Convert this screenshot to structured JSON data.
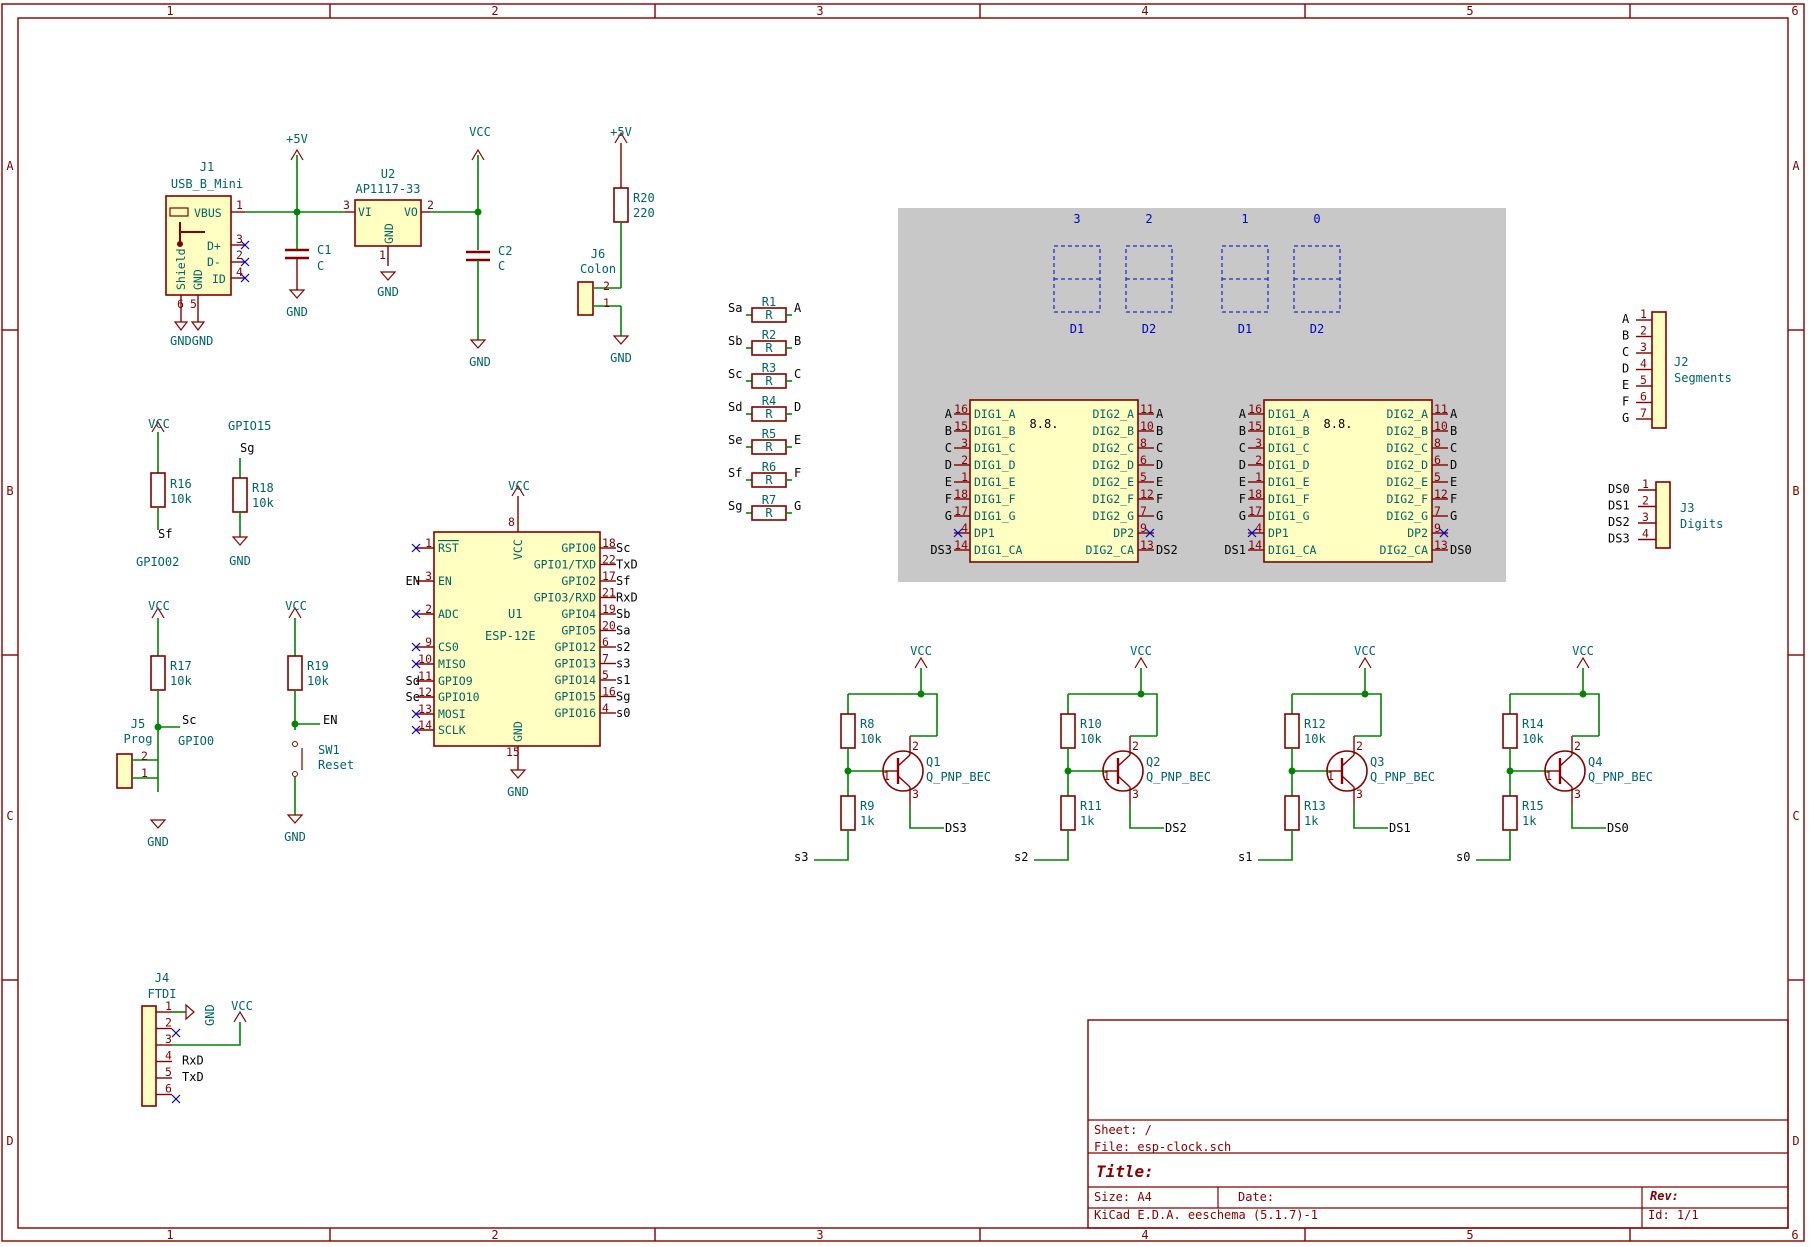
{
  "frame": {
    "columns": [
      "1",
      "2",
      "3",
      "4",
      "5",
      "6"
    ],
    "rows": [
      "A",
      "B",
      "C",
      "D"
    ]
  },
  "title_block": {
    "sheet": "Sheet: /",
    "file": "File: esp-clock.sch",
    "title_label": "Title:",
    "size": "Size: A4",
    "date": "Date:",
    "rev": "Rev:",
    "generator": "KiCad E.D.A.  eeschema (5.1.7)-1",
    "id": "Id: 1/1"
  },
  "power": {
    "j1_ref": "J1",
    "j1_val": "USB_B_Mini",
    "j1_pins": [
      "VBUS",
      "D+",
      "D-",
      "ID",
      "Shield",
      "GND"
    ],
    "j1_pin_nums": [
      "1",
      "3",
      "2",
      "4",
      "6",
      "5"
    ],
    "gndgnd": "GNDGND",
    "plus5v": "+5V",
    "u2_ref": "U2",
    "u2_val": "AP1117-33",
    "u2_vi": "VI",
    "u2_vo": "VO",
    "u2_gnd": "GND",
    "u2_pin3": "3",
    "u2_pin2": "2",
    "u2_pin1": "1",
    "c1_ref": "C1",
    "c1_val": "C",
    "c2_ref": "C2",
    "c2_val": "C",
    "vcc": "VCC",
    "gnd": "GND"
  },
  "colon": {
    "r20_ref": "R20",
    "r20_val": "220",
    "j6_ref": "J6",
    "j6_val": "Colon",
    "plus5v": "+5V",
    "gnd": "GND",
    "pin2": "2",
    "pin1": "1"
  },
  "segment_resistors": [
    {
      "in": "Sa",
      "ref": "R1",
      "val": "R",
      "out": "A"
    },
    {
      "in": "Sb",
      "ref": "R2",
      "val": "R",
      "out": "B"
    },
    {
      "in": "Sc",
      "ref": "R3",
      "val": "R",
      "out": "C"
    },
    {
      "in": "Sd",
      "ref": "R4",
      "val": "R",
      "out": "D"
    },
    {
      "in": "Se",
      "ref": "R5",
      "val": "R",
      "out": "E"
    },
    {
      "in": "Sf",
      "ref": "R6",
      "val": "R",
      "out": "F"
    },
    {
      "in": "Sg",
      "ref": "R7",
      "val": "R",
      "out": "G"
    }
  ],
  "display": {
    "digit_numbers": [
      "3",
      "2",
      "1",
      "0"
    ],
    "digit_labels": [
      "D1",
      "D2",
      "D1",
      "D2"
    ],
    "left_pins": [
      "DIG1_A",
      "DIG1_B",
      "DIG1_C",
      "DIG1_D",
      "DIG1_E",
      "DIG1_F",
      "DIG1_G",
      "DP1",
      "DIG1_CA"
    ],
    "left_nums": [
      "16",
      "15",
      "3",
      "2",
      "1",
      "18",
      "17",
      "4",
      "14"
    ],
    "left_nets": [
      "A",
      "B",
      "C",
      "D",
      "E",
      "F",
      "G",
      "",
      "DS3"
    ],
    "right_pins": [
      "DIG2_A",
      "DIG2_B",
      "DIG2_C",
      "DIG2_D",
      "DIG2_E",
      "DIG2_F",
      "DIG2_G",
      "DP2",
      "DIG2_CA"
    ],
    "right_nums": [
      "11",
      "10",
      "8",
      "6",
      "5",
      "12",
      "7",
      "9",
      "13"
    ],
    "right_nets": [
      "A",
      "B",
      "C",
      "D",
      "E",
      "F",
      "G",
      "",
      "DS2"
    ],
    "glyph": "8.8.",
    "second_left_nets": [
      "A",
      "B",
      "C",
      "D",
      "E",
      "F",
      "G",
      "",
      "DS1"
    ],
    "second_right_nets": [
      "A",
      "B",
      "C",
      "D",
      "E",
      "F",
      "G",
      "",
      "DS0"
    ]
  },
  "connectors": {
    "j2_ref": "J2",
    "j2_val": "Segments",
    "j2_nets": [
      "A",
      "B",
      "C",
      "D",
      "E",
      "F",
      "G"
    ],
    "j3_ref": "J3",
    "j3_val": "Digits",
    "j3_nets": [
      "DS0",
      "DS1",
      "DS2",
      "DS3"
    ],
    "j4_ref": "J4",
    "j4_val": "FTDI",
    "j4_nets": [
      "",
      "",
      "",
      "RxD",
      "TxD",
      ""
    ],
    "j4_gnd": "GND",
    "j4_vcc": "VCC"
  },
  "mcu": {
    "vcc": "VCC",
    "gnd": "GND",
    "ref": "U1",
    "val": "ESP-12E",
    "pin8": "8",
    "pin15": "15",
    "left_pins": [
      "RST",
      "EN",
      "ADC",
      "CS0",
      "MISO",
      "GPIO9",
      "GPIO10",
      "MOSI",
      "SCLK"
    ],
    "left_nums": [
      "1",
      "3",
      "2",
      "9",
      "10",
      "11",
      "12",
      "13",
      "14"
    ],
    "left_nets": [
      "",
      "EN",
      "",
      "",
      "",
      "Sd",
      "Se",
      "",
      ""
    ],
    "right_pins": [
      "GPIO0",
      "GPIO1/TXD",
      "GPIO2",
      "GPIO3/RXD",
      "GPIO4",
      "GPIO5",
      "GPIO12",
      "GPIO13",
      "GPIO14",
      "GPIO15",
      "GPIO16"
    ],
    "right_nums": [
      "18",
      "22",
      "17",
      "21",
      "19",
      "20",
      "6",
      "7",
      "5",
      "16",
      "4"
    ],
    "right_nets": [
      "Sc",
      "TxD",
      "Sf",
      "RxD",
      "Sb",
      "Sa",
      "s2",
      "s3",
      "s1",
      "Sg",
      "s0"
    ]
  },
  "pullups": {
    "r16_ref": "R16",
    "r16_val": "10k",
    "r16_net": "Sf",
    "r16_gpio": "GPIO02",
    "r18_ref": "R18",
    "r18_val": "10k",
    "r18_net": "Sg",
    "r18_gpio": "GPIO15",
    "r17_ref": "R17",
    "r17_val": "10k",
    "r17_net": "Sc",
    "r17_gpio": "GPIO0",
    "r19_ref": "R19",
    "r19_val": "10k",
    "r19_net": "EN",
    "j5_ref": "J5",
    "j5_val": "Prog",
    "sw1_ref": "SW1",
    "sw1_val": "Reset",
    "vcc": "VCC",
    "gnd": "GND",
    "pin2": "2",
    "pin1": "1"
  },
  "drivers": [
    {
      "rt": "R8",
      "rtv": "10k",
      "rb": "R9",
      "rbv": "1k",
      "q": "Q1",
      "qv": "Q_PNP_BEC",
      "in": "s3",
      "out": "DS3"
    },
    {
      "rt": "R10",
      "rtv": "10k",
      "rb": "R11",
      "rbv": "1k",
      "q": "Q2",
      "qv": "Q_PNP_BEC",
      "in": "s2",
      "out": "DS2"
    },
    {
      "rt": "R12",
      "rtv": "10k",
      "rb": "R13",
      "rbv": "1k",
      "q": "Q3",
      "qv": "Q_PNP_BEC",
      "in": "s1",
      "out": "DS1"
    },
    {
      "rt": "R14",
      "rtv": "10k",
      "rb": "R15",
      "rbv": "1k",
      "q": "Q4",
      "qv": "Q_PNP_BEC",
      "in": "s0",
      "out": "DS0"
    }
  ],
  "driver_common": {
    "vcc": "VCC",
    "p1": "1",
    "p2": "2",
    "p3": "3"
  }
}
